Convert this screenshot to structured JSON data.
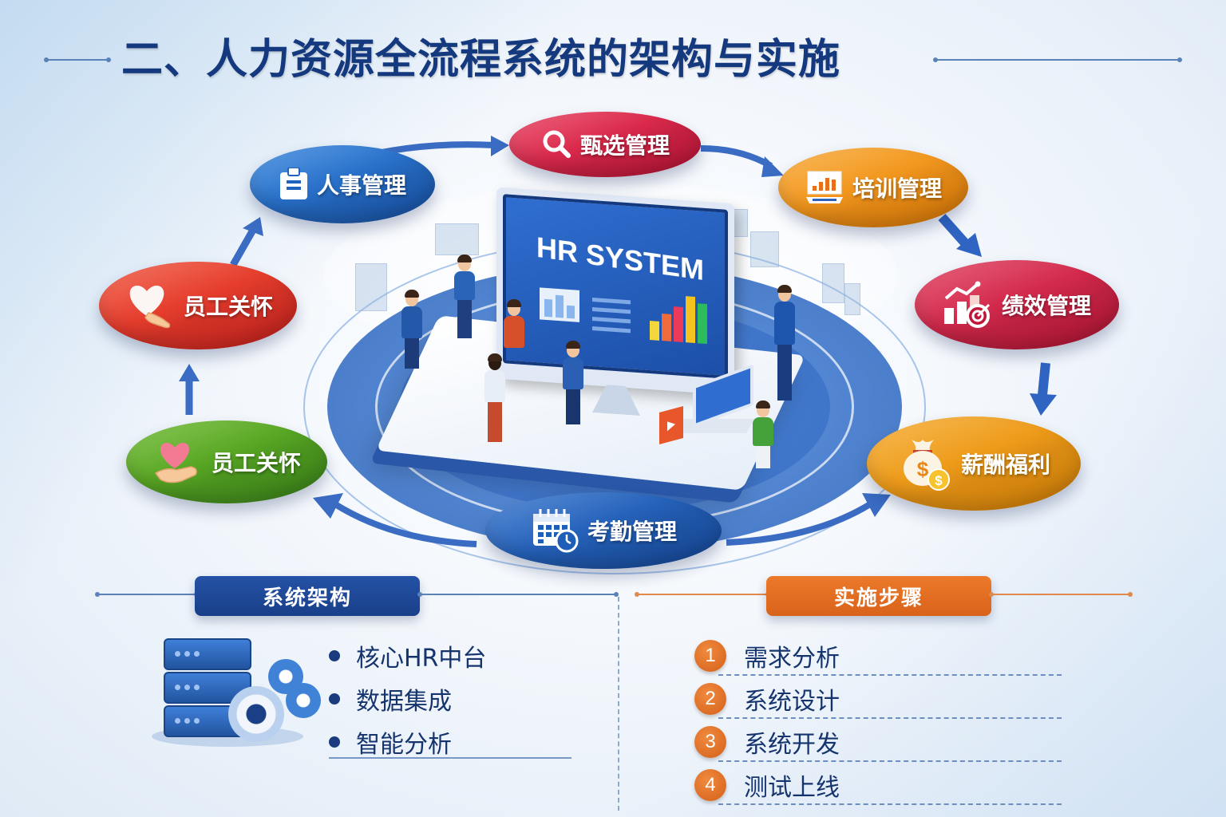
{
  "title": "二、人力资源全流程系统的架构与实施",
  "center": {
    "screen_title": "HR SYSTEM",
    "screen_bar_colors": [
      "#f4d73a",
      "#f06a3a",
      "#ee3a5a",
      "#f5c320",
      "#2cbd5a"
    ]
  },
  "cycle_nodes": [
    {
      "id": "top",
      "label": "甄选管理",
      "icon": "magnifier-icon",
      "color": "#d91f45"
    },
    {
      "id": "top-right",
      "label": "培训管理",
      "icon": "monitor-chart-icon",
      "color": "#f08c12"
    },
    {
      "id": "right",
      "label": "绩效管理",
      "icon": "growth-target-icon",
      "color": "#cf1c45"
    },
    {
      "id": "bottom-right",
      "label": "薪酬福利",
      "icon": "money-bag-icon",
      "color": "#ee9810"
    },
    {
      "id": "bottom",
      "label": "考勤管理",
      "icon": "calendar-clock-icon",
      "color": "#1f5eb8"
    },
    {
      "id": "bottom-left",
      "label": "员工关怀",
      "icon": "heart-hand-icon",
      "color": "#4f9e24"
    },
    {
      "id": "left",
      "label": "员工关怀",
      "icon": "heart-hand-icon",
      "color": "#e23a2c"
    },
    {
      "id": "top-left",
      "label": "人事管理",
      "icon": "clipboard-icon",
      "color": "#1f63bf"
    }
  ],
  "architecture": {
    "badge": "系统架构",
    "items": [
      "核心HR中台",
      "数据集成",
      "智能分析"
    ]
  },
  "implementation": {
    "badge": "实施步骤",
    "steps": [
      {
        "num": "1",
        "label": "需求分析"
      },
      {
        "num": "2",
        "label": "系统设计"
      },
      {
        "num": "3",
        "label": "系统开发"
      },
      {
        "num": "4",
        "label": "测试上线"
      }
    ]
  },
  "colors": {
    "title": "#15397e",
    "primary_blue": "#1f5eb8",
    "accent_orange": "#e0701f"
  }
}
